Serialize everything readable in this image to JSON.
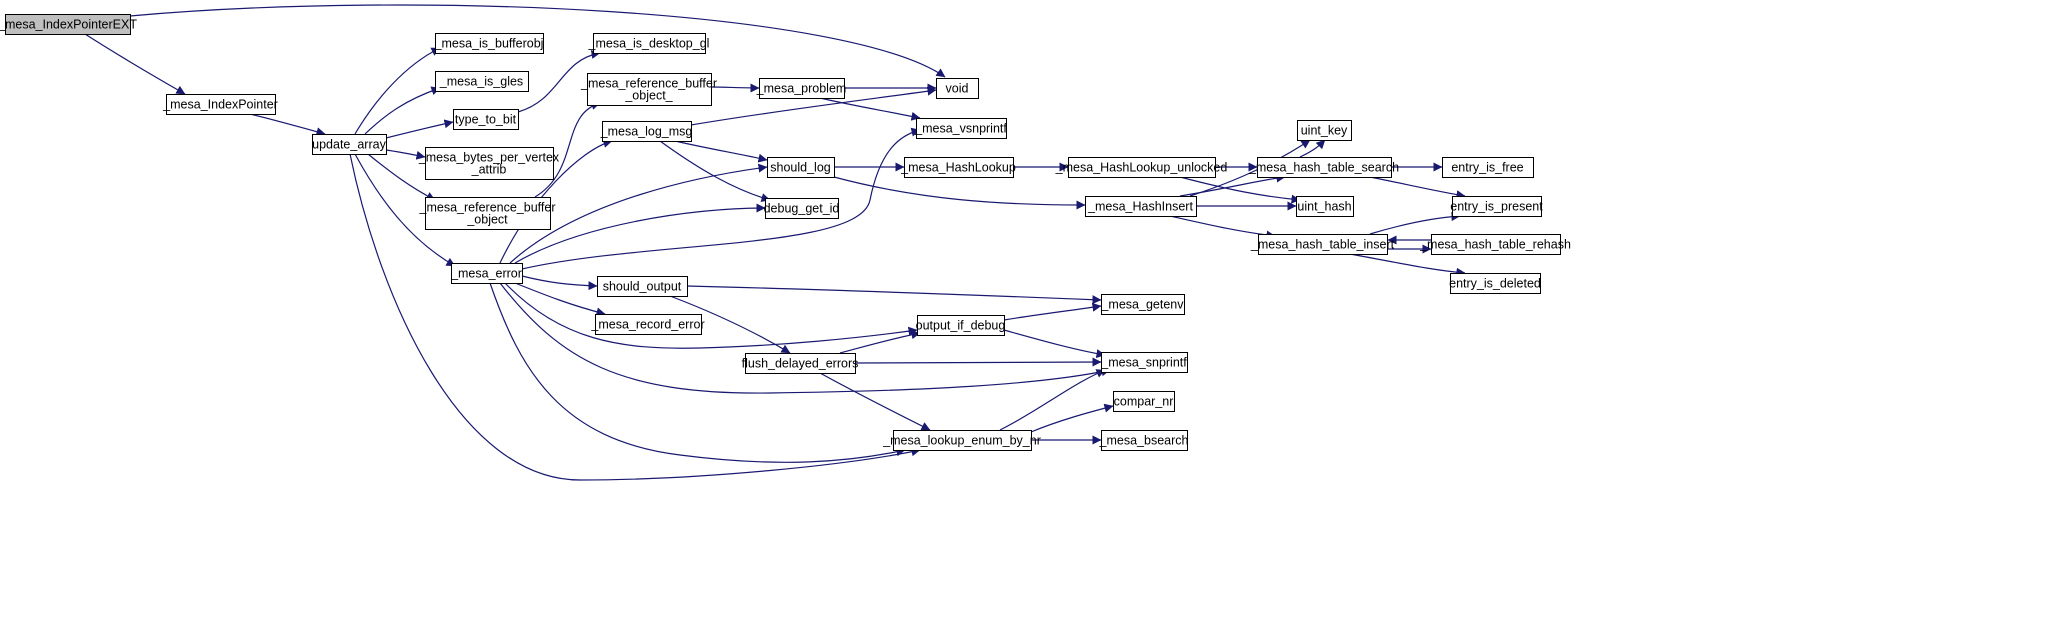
{
  "graph": {
    "edge_color": "#191970",
    "root_fill": "#bfbfbf",
    "nodes": [
      {
        "id": "n_index_ext",
        "lines": [
          "_mesa_IndexPointerEXT"
        ],
        "root": true
      },
      {
        "id": "n_index",
        "lines": [
          "_mesa_IndexPointer"
        ]
      },
      {
        "id": "n_update",
        "lines": [
          "update_array"
        ]
      },
      {
        "id": "n_is_bufferobj",
        "lines": [
          "_mesa_is_bufferobj"
        ]
      },
      {
        "id": "n_is_gles",
        "lines": [
          "_mesa_is_gles"
        ]
      },
      {
        "id": "n_type_to_bit",
        "lines": [
          "type_to_bit"
        ]
      },
      {
        "id": "n_bytes_per_vertex",
        "lines": [
          "_mesa_bytes_per_vertex",
          "_attrib"
        ]
      },
      {
        "id": "n_ref_buf_1",
        "lines": [
          "_mesa_reference_buffer",
          "_object"
        ]
      },
      {
        "id": "n_error",
        "lines": [
          "_mesa_error"
        ]
      },
      {
        "id": "n_is_desktop_gl",
        "lines": [
          "_mesa_is_desktop_gl"
        ]
      },
      {
        "id": "n_ref_buf_2",
        "lines": [
          "_mesa_reference_buffer",
          "_object_"
        ]
      },
      {
        "id": "n_log_msg",
        "lines": [
          "_mesa_log_msg"
        ]
      },
      {
        "id": "n_should_output",
        "lines": [
          "should_output"
        ]
      },
      {
        "id": "n_record_error",
        "lines": [
          "_mesa_record_error"
        ]
      },
      {
        "id": "n_flush_delayed",
        "lines": [
          "flush_delayed_errors"
        ]
      },
      {
        "id": "n_problem",
        "lines": [
          "_mesa_problem"
        ]
      },
      {
        "id": "n_should_log",
        "lines": [
          "should_log"
        ]
      },
      {
        "id": "n_debug_get_id",
        "lines": [
          "debug_get_id"
        ]
      },
      {
        "id": "n_void",
        "lines": [
          "void"
        ]
      },
      {
        "id": "n_vsnprintf",
        "lines": [
          "_mesa_vsnprintf"
        ]
      },
      {
        "id": "n_hash_lookup",
        "lines": [
          "_mesa_HashLookup"
        ]
      },
      {
        "id": "n_output_if_debug",
        "lines": [
          "output_if_debug"
        ]
      },
      {
        "id": "n_lookup_enum",
        "lines": [
          "_mesa_lookup_enum_by_nr"
        ]
      },
      {
        "id": "n_getenv",
        "lines": [
          "_mesa_getenv"
        ]
      },
      {
        "id": "n_snprintf",
        "lines": [
          "_mesa_snprintf"
        ]
      },
      {
        "id": "n_compar_nr",
        "lines": [
          "compar_nr"
        ]
      },
      {
        "id": "n_bsearch",
        "lines": [
          "_mesa_bsearch"
        ]
      },
      {
        "id": "n_hash_lookup_unlocked",
        "lines": [
          "_mesa_HashLookup_unlocked"
        ]
      },
      {
        "id": "n_hash_insert",
        "lines": [
          "_mesa_HashInsert"
        ]
      },
      {
        "id": "n_uint_key",
        "lines": [
          "uint_key"
        ]
      },
      {
        "id": "n_table_search",
        "lines": [
          "_mesa_hash_table_search"
        ]
      },
      {
        "id": "n_uint_hash",
        "lines": [
          "uint_hash"
        ]
      },
      {
        "id": "n_table_insert",
        "lines": [
          "_mesa_hash_table_insert"
        ]
      },
      {
        "id": "n_entry_is_free",
        "lines": [
          "entry_is_free"
        ]
      },
      {
        "id": "n_entry_is_present",
        "lines": [
          "entry_is_present"
        ]
      },
      {
        "id": "n_table_rehash",
        "lines": [
          "_mesa_hash_table_rehash"
        ]
      },
      {
        "id": "n_entry_is_deleted",
        "lines": [
          "entry_is_deleted"
        ]
      }
    ],
    "edges": [
      [
        "n_index_ext",
        "n_index"
      ],
      [
        "n_index_ext",
        "n_void"
      ],
      [
        "n_index",
        "n_update"
      ],
      [
        "n_update",
        "n_is_bufferobj"
      ],
      [
        "n_update",
        "n_is_gles"
      ],
      [
        "n_update",
        "n_type_to_bit"
      ],
      [
        "n_update",
        "n_bytes_per_vertex"
      ],
      [
        "n_update",
        "n_ref_buf_1"
      ],
      [
        "n_update",
        "n_error"
      ],
      [
        "n_update",
        "n_lookup_enum"
      ],
      [
        "n_type_to_bit",
        "n_is_desktop_gl"
      ],
      [
        "n_ref_buf_1",
        "n_ref_buf_2"
      ],
      [
        "n_ref_buf_2",
        "n_problem"
      ],
      [
        "n_problem",
        "n_void"
      ],
      [
        "n_problem",
        "n_vsnprintf"
      ],
      [
        "n_error",
        "n_log_msg"
      ],
      [
        "n_error",
        "n_should_log"
      ],
      [
        "n_error",
        "n_debug_get_id"
      ],
      [
        "n_error",
        "n_vsnprintf"
      ],
      [
        "n_error",
        "n_should_output"
      ],
      [
        "n_error",
        "n_record_error"
      ],
      [
        "n_error",
        "n_output_if_debug"
      ],
      [
        "n_error",
        "n_snprintf"
      ],
      [
        "n_error",
        "n_lookup_enum"
      ],
      [
        "n_log_msg",
        "n_void"
      ],
      [
        "n_log_msg",
        "n_should_log"
      ],
      [
        "n_log_msg",
        "n_debug_get_id"
      ],
      [
        "n_should_log",
        "n_hash_lookup"
      ],
      [
        "n_should_log",
        "n_hash_insert"
      ],
      [
        "n_hash_lookup",
        "n_hash_lookup_unlocked"
      ],
      [
        "n_hash_lookup_unlocked",
        "n_table_search"
      ],
      [
        "n_hash_lookup_unlocked",
        "n_uint_hash"
      ],
      [
        "n_hash_insert",
        "n_uint_key"
      ],
      [
        "n_hash_insert",
        "n_table_search"
      ],
      [
        "n_hash_insert",
        "n_uint_hash"
      ],
      [
        "n_hash_insert",
        "n_table_insert"
      ],
      [
        "n_table_search",
        "n_uint_key"
      ],
      [
        "n_table_search",
        "n_entry_is_free"
      ],
      [
        "n_table_search",
        "n_entry_is_present"
      ],
      [
        "n_table_insert",
        "n_entry_is_present"
      ],
      [
        "n_table_insert",
        "n_table_rehash"
      ],
      [
        "n_table_insert",
        "n_entry_is_deleted"
      ],
      [
        "n_table_rehash",
        "n_table_insert"
      ],
      [
        "n_should_output",
        "n_getenv"
      ],
      [
        "n_should_output",
        "n_flush_delayed"
      ],
      [
        "n_flush_delayed",
        "n_output_if_debug"
      ],
      [
        "n_flush_delayed",
        "n_snprintf"
      ],
      [
        "n_flush_delayed",
        "n_lookup_enum"
      ],
      [
        "n_output_if_debug",
        "n_getenv"
      ],
      [
        "n_output_if_debug",
        "n_snprintf"
      ],
      [
        "n_lookup_enum",
        "n_snprintf"
      ],
      [
        "n_lookup_enum",
        "n_compar_nr"
      ],
      [
        "n_lookup_enum",
        "n_bsearch"
      ]
    ]
  }
}
